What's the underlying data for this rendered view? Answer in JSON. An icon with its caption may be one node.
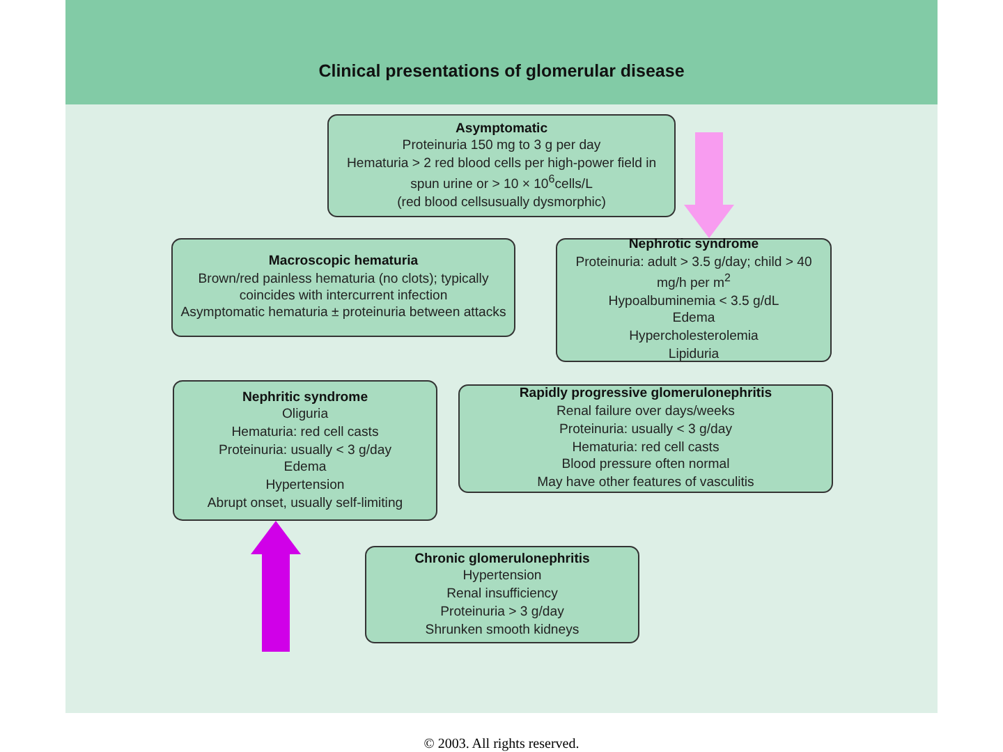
{
  "diagram": {
    "title": "Clinical presentations of glomerular disease",
    "nodes": [
      {
        "text": [
          "Asymptomatic",
          "Proteinuria 150 mg to 3 g per day",
          "Hematuria > 2 red blood cells per high-power field in spun urine or > 10 × 10$^{6}$cells/L",
          "(red blood cellsusually dysmorphic)"
        ]
      },
      {
        "text": [
          "Macroscopic hematuria",
          "Brown/red painless hematuria (no clots); typically coincides with intercurrent infection",
          "Asymptomatic hematuria ± proteinuria between attacks"
        ]
      },
      {
        "text": [
          "Nephrotic syndrome",
          "Proteinuria: adult > 3.5 g/day; child > 40 mg/h per m$^{2}$",
          "Hypoalbuminemia < 3.5 g/dL",
          "Edema",
          "Hypercholesterolemia",
          "Lipiduria"
        ]
      },
      {
        "text": [
          "Nephritic syndrome",
          "Oliguria",
          "Hematuria: red cell casts",
          "Proteinuria: usually < 3 g/day",
          "Edema",
          "Hypertension",
          "Abrupt onset, usually self-limiting"
        ]
      },
      {
        "text": [
          "Rapidly progressive glomerulonephritis",
          "Renal failure over days/weeks",
          "Proteinuria: usually < 3 g/day",
          "Hematuria: red cell casts",
          "Blood pressure often normal",
          "May have other features of vasculitis"
        ]
      },
      {
        "text": [
          "Chronic glomerulonephritis",
          "Hypertension",
          "Renal insufficiency",
          "Proteinuria > 3 g/day",
          "Shrunken smooth kidneys"
        ]
      }
    ],
    "edges": [
      {
        "from": null,
        "to": 2,
        "arrow": "to",
        "style": "thick",
        "color": "#f89cf0"
      },
      {
        "from": null,
        "to": 3,
        "arrow": "to",
        "style": "thick",
        "color": "#d000e8"
      }
    ],
    "labels": [
      "© 2003. All rights reserved."
    ]
  }
}
